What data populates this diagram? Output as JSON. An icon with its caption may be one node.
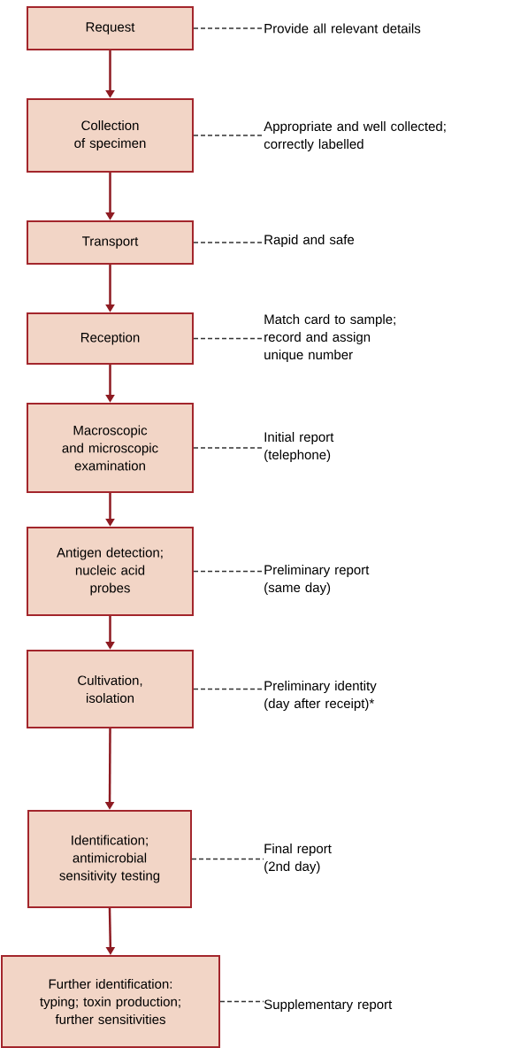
{
  "diagram": {
    "nodes": [
      {
        "text": [
          "Request"
        ]
      },
      {
        "text": [
          "Provide all relevant details"
        ]
      },
      {
        "text": [
          "Collection of specimen"
        ]
      },
      {
        "text": [
          "Appropriate and well collected; correctly labelled"
        ]
      },
      {
        "text": [
          "Transport"
        ]
      },
      {
        "text": [
          "Rapid and safe"
        ]
      },
      {
        "text": [
          "Reception"
        ]
      },
      {
        "text": [
          "Match card to sample; record and assign unique number"
        ]
      },
      {
        "text": [
          "Macroscopic and microscopic examination"
        ]
      },
      {
        "text": [
          "Initial report (telephone)"
        ]
      },
      {
        "text": [
          "Antigen detection; nucleic acid probes"
        ]
      },
      {
        "text": [
          "Preliminary report (same day)"
        ]
      },
      {
        "text": [
          "Cultivation, isolation"
        ]
      },
      {
        "text": [
          "Preliminary identity (day after receipt)*"
        ]
      },
      {
        "text": [
          "Identification; antimicrobial sensitivity testing"
        ]
      },
      {
        "text": [
          "Final report (2nd day)"
        ]
      },
      {
        "text": [
          "Further identification: typing; toxin production; further sensitivities"
        ]
      },
      {
        "text": [
          "Supplementary report"
        ]
      }
    ],
    "edges": [
      {
        "from": 0,
        "to": 2,
        "arrow": "to",
        "color": "#8e1b22"
      },
      {
        "from": 2,
        "to": 4,
        "arrow": "to",
        "color": "#8e1b22"
      },
      {
        "from": 4,
        "to": 6,
        "arrow": "to",
        "color": "#8e1b22"
      },
      {
        "from": 6,
        "to": 8,
        "arrow": "to",
        "color": "#8e1b22"
      },
      {
        "from": 8,
        "to": 10,
        "arrow": "to",
        "color": "#8e1b22"
      },
      {
        "from": 10,
        "to": 12,
        "arrow": "to",
        "color": "#8e1b22"
      },
      {
        "from": 12,
        "to": 14,
        "arrow": "to",
        "color": "#8e1b22"
      },
      {
        "from": 14,
        "to": 16,
        "arrow": "to",
        "color": "#8e1b22"
      },
      {
        "from": 0,
        "to": 1,
        "arrow": "none",
        "style": "dashed",
        "color": "#333333"
      },
      {
        "from": 2,
        "to": 3,
        "arrow": "none",
        "style": "dashed",
        "color": "#333333"
      },
      {
        "from": 4,
        "to": 5,
        "arrow": "none",
        "style": "dashed",
        "color": "#333333"
      },
      {
        "from": 6,
        "to": 7,
        "arrow": "none",
        "style": "dashed",
        "color": "#333333"
      },
      {
        "from": 8,
        "to": 9,
        "arrow": "none",
        "style": "dashed",
        "color": "#333333"
      },
      {
        "from": 10,
        "to": 11,
        "arrow": "none",
        "style": "dashed",
        "color": "#333333"
      },
      {
        "from": 12,
        "to": 13,
        "arrow": "none",
        "style": "dashed",
        "color": "#333333"
      },
      {
        "from": 14,
        "to": 15,
        "arrow": "none",
        "style": "dashed",
        "color": "#333333"
      },
      {
        "from": 16,
        "to": 17,
        "arrow": "none",
        "style": "dashed",
        "color": "#333333"
      }
    ]
  }
}
